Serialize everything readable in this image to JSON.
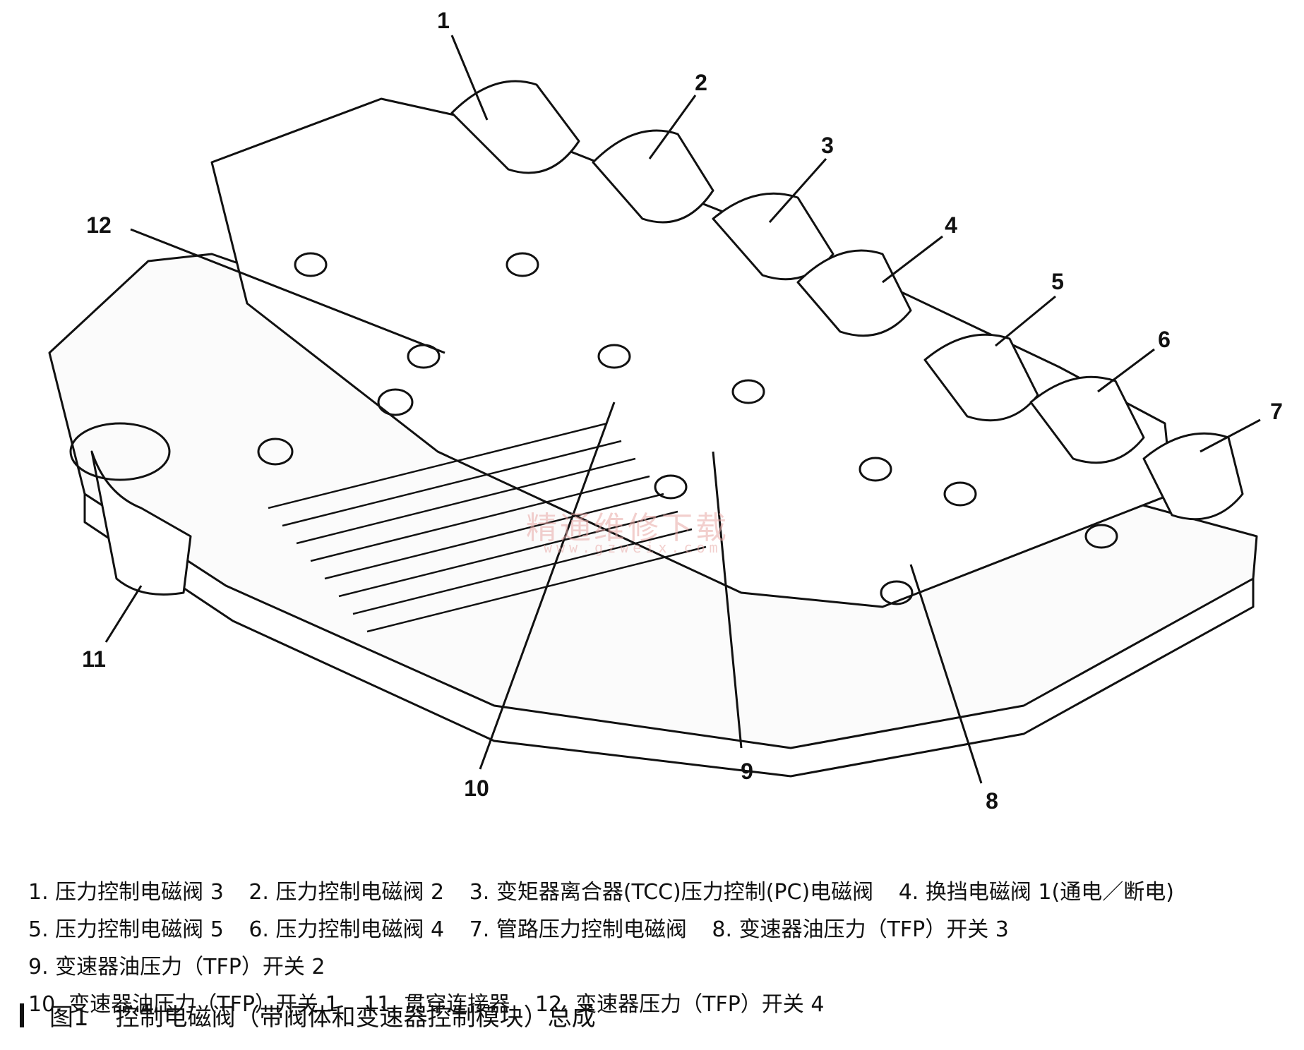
{
  "callouts": [
    {
      "num": "1"
    },
    {
      "num": "2"
    },
    {
      "num": "3"
    },
    {
      "num": "4"
    },
    {
      "num": "5"
    },
    {
      "num": "6"
    },
    {
      "num": "7"
    },
    {
      "num": "8"
    },
    {
      "num": "9"
    },
    {
      "num": "10"
    },
    {
      "num": "11"
    },
    {
      "num": "12"
    }
  ],
  "legend": [
    "1. 压力控制电磁阀 3",
    "2. 压力控制电磁阀 2",
    "3. 变矩器离合器(TCC)压力控制(PC)电磁阀",
    "4. 换挡电磁阀 1(通电／断电)",
    "5. 压力控制电磁阀 5",
    "6. 压力控制电磁阀 4",
    "7. 管路压力控制电磁阀",
    "8. 变速器油压力（TFP）开关 3",
    "9. 变速器油压力（TFP）开关 2",
    "10. 变速器油压力（TFP）开关 1",
    "11. 贯穿连接器",
    "12. 变速器压力（TFP）开关 4"
  ],
  "caption": {
    "figure_no": "图1",
    "title": "控制电磁阀（带阀体和变速器控制模块）总成"
  },
  "watermark": {
    "text": "精通维修下载",
    "url": "www.gzweix.com"
  },
  "colors": {
    "line": "#111111",
    "paper": "#ffffff",
    "watermark": "#e8a9a6"
  }
}
